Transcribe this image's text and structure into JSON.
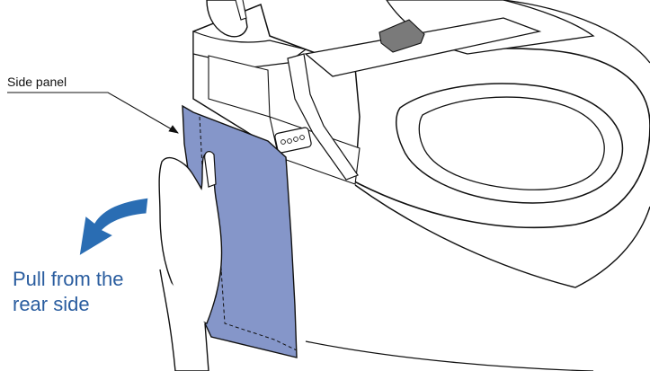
{
  "labels": {
    "side_panel": "Side panel"
  },
  "instruction": {
    "line1": "Pull from the",
    "line2": "rear side"
  },
  "icons": {
    "pull_arrow": "curved-arrow-icon",
    "hand": "hand-icon",
    "remote_buttons": "button-cluster-icon"
  },
  "colors": {
    "panel_fill": "#8596c9",
    "arrow_fill": "#2a6db3",
    "text_blue": "#2a5d9f",
    "outline": "#111111",
    "seat_button": "#7a7a7a"
  }
}
